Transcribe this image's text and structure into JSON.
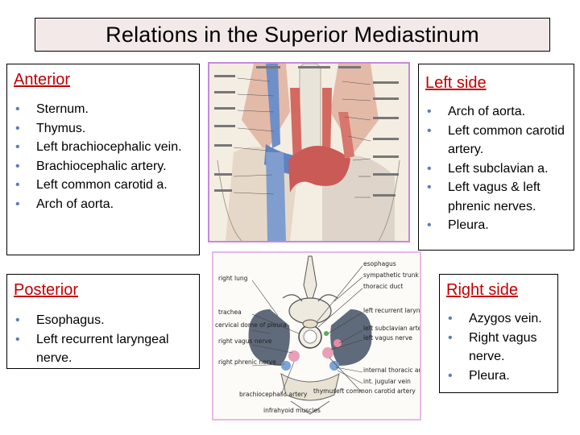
{
  "title": "Relations in the Superior Mediastinum",
  "anterior": {
    "heading": "Anterior",
    "items": [
      "Sternum.",
      "Thymus.",
      "Left brachiocephalic vein.",
      "Brachiocephalic artery.",
      "Left common carotid a.",
      "Arch of aorta."
    ]
  },
  "left_side": {
    "heading": "Left side",
    "items": [
      "Arch of aorta.",
      "Left common carotid artery.",
      "Left subclavian a.",
      "Left vagus & left phrenic nerves.",
      "Pleura."
    ]
  },
  "posterior": {
    "heading": "Posterior",
    "items": [
      "Esophagus.",
      "Left recurrent laryngeal nerve."
    ]
  },
  "right_side": {
    "heading": "Right side",
    "items": [
      "Azygos vein.",
      "Right vagus nerve.",
      "Pleura."
    ]
  },
  "figure2_labels": {
    "left": [
      "right lung",
      "trachea",
      "cervical dome of pleura",
      "right vagus nerve",
      "right phrenic nerve",
      "brachiocephalic artery",
      "infrahyoid muscles"
    ],
    "right": [
      "esophagus",
      "sympathetic trunk",
      "thoracic duct",
      "left recurrent laryngeal nerve",
      "left subclavian artery",
      "left vagus nerve",
      "internal thoracic artery",
      "int. jugular vein",
      "left common carotid artery"
    ],
    "bottom": [
      "thymus"
    ]
  },
  "colors": {
    "heading_red": "#c00000",
    "bullet_blue": "#5b7db8",
    "image_border": "#c58ad8"
  }
}
